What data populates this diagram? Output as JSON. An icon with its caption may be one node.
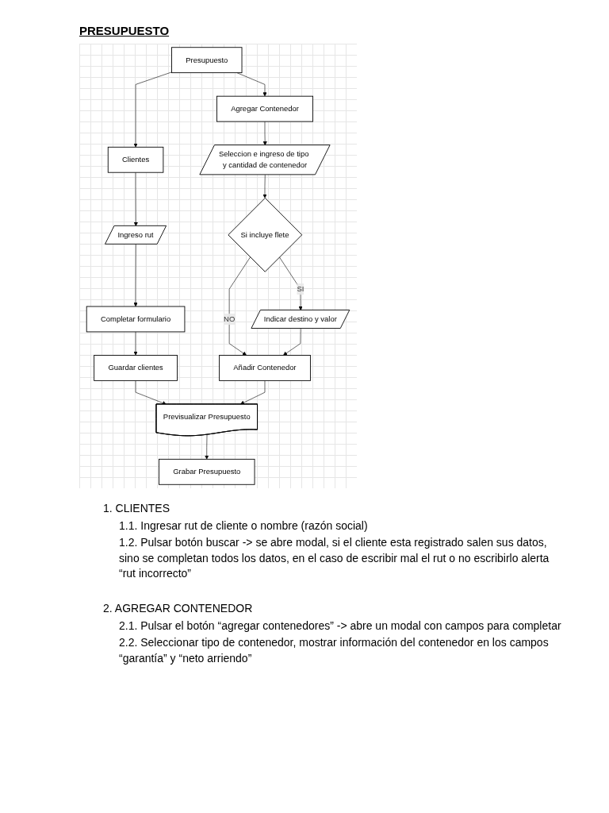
{
  "diagram": {
    "title": "PRESUPUESTO",
    "nodes": [
      {
        "text": [
          "Presupuesto"
        ]
      },
      {
        "text": [
          "Clientes"
        ]
      },
      {
        "text": [
          "Agregar Contenedor"
        ]
      },
      {
        "text": [
          "Ingreso rut"
        ]
      },
      {
        "text": [
          "Seleccion e ingreso de tipo y cantidad de contenedor"
        ]
      },
      {
        "text": [
          "Completar formulario"
        ]
      },
      {
        "text": [
          "Si incluye flete"
        ]
      },
      {
        "text": [
          "Guardar clientes"
        ]
      },
      {
        "text": [
          "Indicar destino y valor"
        ]
      },
      {
        "text": [
          "Añadir Contenedor"
        ]
      },
      {
        "text": [
          "Previsualizar Presupuesto"
        ]
      },
      {
        "text": [
          "Grabar Presupuesto"
        ]
      }
    ],
    "edges": [
      {
        "from": 0,
        "to": 1,
        "arrow": "to"
      },
      {
        "from": 0,
        "to": 2,
        "arrow": "to"
      },
      {
        "from": 1,
        "to": 3,
        "arrow": "to"
      },
      {
        "from": 3,
        "to": 5,
        "arrow": "to"
      },
      {
        "from": 5,
        "to": 7,
        "arrow": "to"
      },
      {
        "from": 7,
        "to": 10,
        "arrow": "to"
      },
      {
        "from": 2,
        "to": 4,
        "arrow": "to"
      },
      {
        "from": 4,
        "to": 6,
        "arrow": "to"
      },
      {
        "from": 6,
        "to": 8,
        "arrow": "to",
        "label": "SI"
      },
      {
        "from": 6,
        "to": 9,
        "arrow": "to",
        "label": "NO"
      },
      {
        "from": 8,
        "to": 9,
        "arrow": "to"
      },
      {
        "from": 9,
        "to": 10,
        "arrow": "to"
      },
      {
        "from": 10,
        "to": 11,
        "arrow": "to"
      }
    ],
    "labels": [
      "1. CLIENTES",
      "1.1. Ingresar rut de cliente o nombre (razón social)",
      "1.2. Pulsar botón buscar -> se abre modal, si el cliente esta registrado salen sus datos, sino se completan todos los datos, en el caso de escribir mal el rut o no escribirlo alerta “rut incorrecto”",
      "2. AGREGAR CONTENEDOR",
      "2.1. Pulsar el botón “agregar contenedores” -> abre un modal con campos para completar",
      "2.2. Seleccionar tipo de contenedor, mostrar información del contenedor en los campos “garantía” y “neto arriendo”"
    ]
  }
}
